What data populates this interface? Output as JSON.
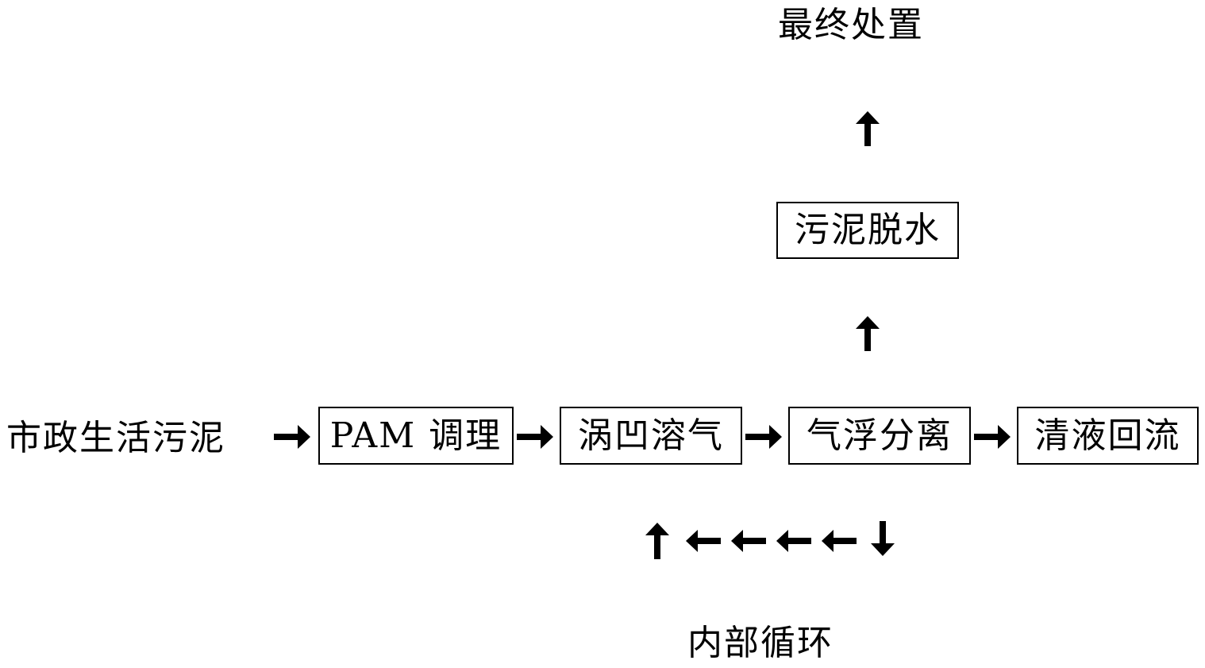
{
  "nodes": {
    "input": "市政生活污泥",
    "pam": "PAM 调理",
    "vortex": "涡凹溶气",
    "flotation": "气浮分离",
    "clear_return": "清液回流",
    "dewatering": "污泥脱水",
    "final_disposal": "最终处置",
    "internal_cycle": "内部循环"
  },
  "icons": {
    "arrow_right": "arrow-right-icon",
    "arrow_up": "arrow-up-icon",
    "arrow_left": "arrow-left-icon",
    "arrow_down": "arrow-down-icon"
  }
}
